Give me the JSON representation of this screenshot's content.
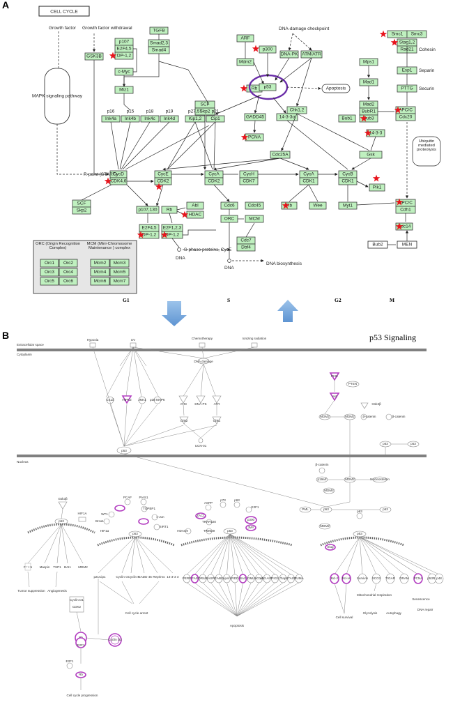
{
  "panel_a": {
    "letter": "A",
    "title": "CELL CYCLE",
    "growth_factor": "Growth factor",
    "growth_factor_withdrawal": "Growth factor withdrawal",
    "mapk": "MAPK signaling pathway",
    "dna_damage_checkpoint": "DNA-damage checkpoint",
    "apoptosis": "Apoptosis",
    "ubiquitin": "Ubiquitin mediated proteolysis",
    "cohesin": "Cohesin",
    "separin": "Separin",
    "securin": "Securin",
    "rpoint": "R-point (START)",
    "s_phase_proteins": "S-phase proteins, CycE",
    "dna1": "DNA",
    "dna2": "DNA",
    "dna_biosynthesis": "DNA biosynthesis",
    "orc_title": "ORC (Origin Recognition Complex)",
    "mcm_title": "MCM (Mini-Chromosome Maintenance ) complex",
    "phases": [
      "G1",
      "S",
      "G2",
      "M"
    ],
    "genes": {
      "gsk3b": "GSK3B",
      "p107": "p107",
      "e2f45": "E2F4,5",
      "dp12": "DP-1,2",
      "tgfb": "TGFB",
      "smad23": "Smad2,3",
      "smad4": "Smad4",
      "cmyc": "c-Myc",
      "miz1": "Miz1",
      "arf": "ARF",
      "mdm2": "Mdm2",
      "p300": "p300",
      "dnapk": "DNA-PK",
      "atmatr": "ATM/ATR",
      "rb_top": "Rb",
      "p53": "p53",
      "smc1": "Smc1",
      "smc3": "Smc3",
      "stag12": "Stag1,2",
      "rad21": "Rad21",
      "esp1": "Esp1",
      "pttg": "PTTG",
      "mps1": "Mps1",
      "mad1": "Mad1",
      "mad2": "Mad2",
      "bubr1": "BubR1",
      "bub3": "Bub3",
      "bub1": "Bub1",
      "apcc_top": "APC/C",
      "cdc20": "Cdc20",
      "scf_top": "SCF",
      "skp2_top": "Skp2",
      "p16": "p16",
      "ink4a": "Ink4a",
      "p15": "p15",
      "ink4b": "Ink4b",
      "p18": "p18",
      "ink4c": "Ink4c",
      "p19": "p19",
      "ink4d": "Ink4d",
      "p2757": "p27,57",
      "kip12": "Kip1,2",
      "p21": "p21",
      "cip1": "Cip1",
      "chk12": "Chk1,2",
      "gadd45": "GADD45",
      "b1433": "14-3-3σ",
      "b1433b": "14-3-3",
      "pcna": "PCNA",
      "cdc25a": "Cdc25A",
      "gsk": "Gsk",
      "cycd": "CycD",
      "cdk46": "CDK4,6",
      "cyce": "CycE",
      "cdk2a": "CDK2",
      "cyca": "CycA",
      "cdk2b": "CDK2",
      "cych": "CycH",
      "cdk7": "CDK7",
      "cyca2": "CycA",
      "cdk1a": "CDK1",
      "cycb": "CycB",
      "cdk1b": "CDK1",
      "plk1": "Plk1",
      "scf_b": "SCF",
      "skp2_b": "Skp2",
      "rb_mid": "Rb",
      "abl": "Abl",
      "hdac": "HDAC",
      "cdc6": "Cdc6",
      "cdc45": "Cdc45",
      "rb_r": "Rb",
      "wee": "Wee",
      "myt1": "Myt1",
      "apcc_b": "APC/C",
      "cdh1": "Cdh1",
      "cdc14": "Cdc14",
      "p107b": "p107,130",
      "e2f45b": "E2F4,5",
      "dp12b": "DP-1,2",
      "e2f123": "E2F1,2,3",
      "dp12c": "DP-1,2",
      "orc": "ORC",
      "mcm": "MCM",
      "cdc7": "Cdc7",
      "dbf4": "Dbf4",
      "bub2": "Bub2",
      "men": "MEN"
    },
    "orc_cells": [
      "Orc1",
      "Orc2",
      "Orc3",
      "Orc4",
      "Orc5",
      "Orc6"
    ],
    "mcm_cells": [
      "Mcm2",
      "Mcm3",
      "Mcm4",
      "Mcm5",
      "Mcm6",
      "Mcm7"
    ]
  },
  "panel_b": {
    "letter": "B",
    "title": "p53 Signaling",
    "extracellular": "Extracellular space",
    "cytoplasm": "Cytoplasm",
    "nucleus": "Nucleus",
    "top_inputs": [
      "Hypoxia",
      "UV",
      "Chemotherapy",
      "Ionizing radiation"
    ],
    "dna_damage": "DNA damage",
    "kinases": [
      "CK1δ",
      "HIPK2",
      "JNK1",
      "p38 MAPK"
    ],
    "atm_row": [
      "ATM",
      "DNA-PK",
      "ATR"
    ],
    "chk2": "Chk2",
    "chk1": "Chk1",
    "ucn01": "UCN-01",
    "pi3k": "PI3K",
    "pten": "PTEN",
    "akt": "Akt",
    "mdm2": "MDM2",
    "bcat": "β-catenin",
    "bcat2": "β-catenin",
    "gsk3b": "Gsk3β",
    "p53_labels": [
      "p53",
      "p53",
      "p53",
      "p53",
      "p53",
      "p53",
      "p53"
    ],
    "nuc_row1": [
      "β-catenin",
      "p19arf",
      "MDM2",
      "Nucleostemin",
      "MDM4",
      "PML",
      "p53",
      "p53",
      "MDM2"
    ],
    "cluster1": {
      "top": [
        "PCAF",
        "PIAS1",
        "TOPBP1",
        "WT1",
        "c-Jun",
        "Brca1",
        "SIRT1",
        "HIF1A",
        "HIF1α"
      ],
      "targets": [
        "p21Cip1",
        "Cyclin G",
        "Cyclin K",
        "GADD 45",
        "Reprimo",
        "14-3-3 σ"
      ],
      "outcome": "Cell cycle arrest"
    },
    "cluster2": {
      "top": [
        "ASPP",
        "p73",
        "p63",
        "E2F1",
        "ZAC1",
        "TRAP220",
        "p300",
        "JMY",
        "HDAC9",
        "TRIM29"
      ],
      "targets": [
        "PERP",
        "FAS",
        "DR4/5",
        "CASP6",
        "CABC",
        "Apaf1",
        "PIDD",
        "BAX",
        "DML",
        "NOXA",
        "p53 AIP1",
        "PIG3",
        "Tiap",
        "STAG1",
        "PUMA"
      ],
      "outcome": "Apoptosis"
    },
    "cluster3": {
      "top": [
        "p63",
        "Slug"
      ],
      "targets": [
        "Bcl-2",
        "Bcl-xL",
        "Survivin",
        "SCO2",
        "TIGAR",
        "DRAM",
        "PAI-1",
        "p53R2",
        "PCNA",
        "p48"
      ],
      "outcomes": [
        "Mitochondrial respiration",
        "Glycolysis",
        "Autophagy",
        "Senescence",
        "DNA repair",
        "Cell survival"
      ]
    },
    "cluster0": {
      "top": [
        "Gsk3β"
      ],
      "targets": [
        "PTEN",
        "Maspin",
        "TSP1",
        "BAI1",
        "MDM2"
      ],
      "outcomes": [
        "Tumor suppression",
        "Angiogenesis"
      ]
    },
    "rb_box": {
      "cyclin": "Cyclin D1",
      "cdk": "CDK2",
      "rb": "Rb",
      "e2f1": "E2F1",
      "cdk2b": "Cyclin D2",
      "e2f1b": "E2F1",
      "rb2": "Rb",
      "outcome": "Cell cycle progression"
    }
  },
  "colors": {
    "kegg_fill": "#bff0bf",
    "star": "#e8141c",
    "highlight": "#b23cc0",
    "arrow": "#7fb0e0",
    "membrane": "#808080"
  }
}
